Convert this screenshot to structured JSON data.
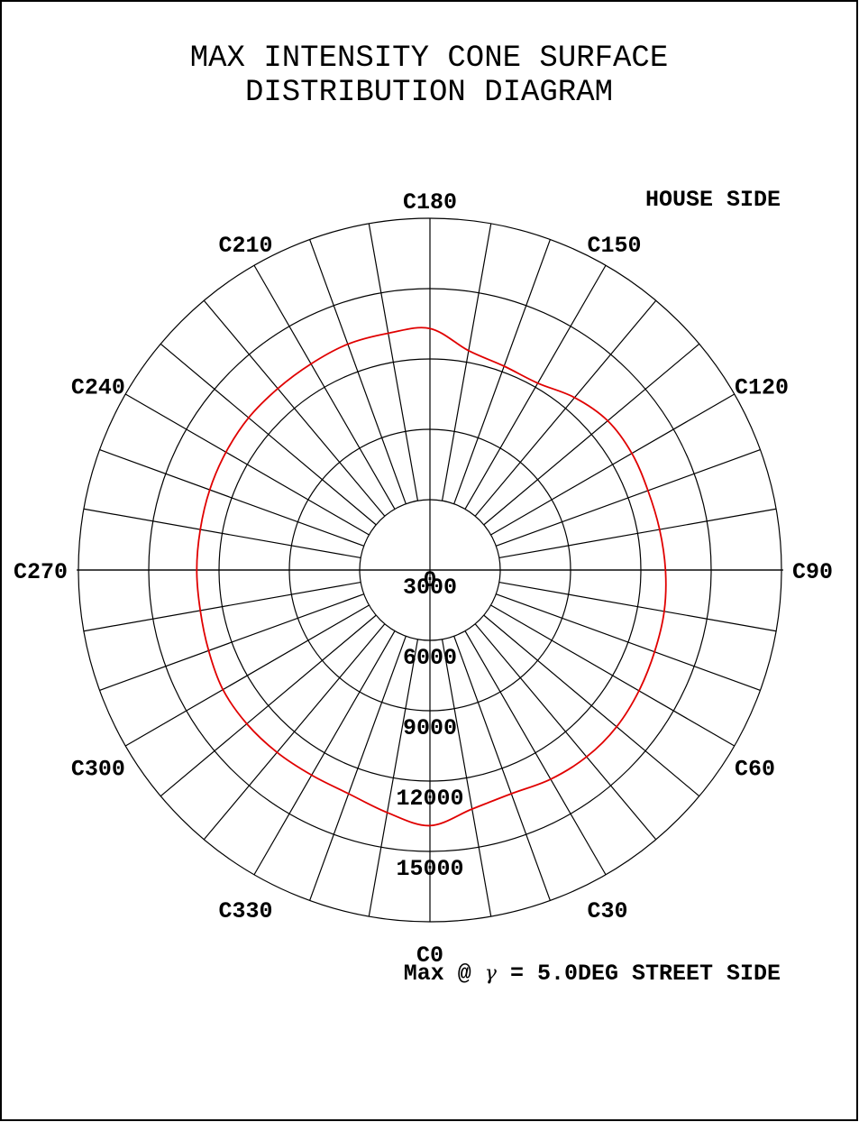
{
  "chart_data": {
    "type": "polar",
    "title": [
      "MAX INTENSITY CONE SURFACE",
      "DISTRIBUTION DIAGRAM"
    ],
    "annotation_top_right": "HOUSE SIDE",
    "footer": {
      "prefix": "Max @ ",
      "symbol": "γ",
      "suffix": " = 5.0DEG STREET SIDE"
    },
    "angular_labels": [
      {
        "angle": 0,
        "label": "C0"
      },
      {
        "angle": 30,
        "label": "C30"
      },
      {
        "angle": 60,
        "label": "C60"
      },
      {
        "angle": 90,
        "label": "C90"
      },
      {
        "angle": 120,
        "label": "C120"
      },
      {
        "angle": 150,
        "label": "C150"
      },
      {
        "angle": 180,
        "label": "C180"
      },
      {
        "angle": 210,
        "label": "C210"
      },
      {
        "angle": 240,
        "label": "C240"
      },
      {
        "angle": 270,
        "label": "C270"
      },
      {
        "angle": 300,
        "label": "C300"
      },
      {
        "angle": 330,
        "label": "C330"
      }
    ],
    "angular_grid_step_deg": 10,
    "radial_ticks": [
      {
        "value": 0,
        "label": "0"
      },
      {
        "value": 3000,
        "label": "3000"
      },
      {
        "value": 6000,
        "label": "6000"
      },
      {
        "value": 9000,
        "label": "9000"
      },
      {
        "value": 12000,
        "label": "12000"
      },
      {
        "value": 15000,
        "label": "15000"
      }
    ],
    "radial_range": [
      0,
      15000
    ],
    "series": [
      {
        "color": "#e00000",
        "angles": [
          0,
          10,
          20,
          30,
          40,
          50,
          60,
          70,
          80,
          90,
          100,
          110,
          120,
          130,
          140,
          150,
          160,
          170,
          180,
          190,
          200,
          210,
          220,
          230,
          240,
          250,
          260,
          270,
          280,
          290,
          300,
          310,
          320,
          330,
          340,
          350
        ],
        "values": [
          10900,
          10350,
          10150,
          10300,
          10400,
          10400,
          10300,
          10200,
          10150,
          10050,
          9950,
          9900,
          9950,
          9900,
          9600,
          9200,
          9250,
          9500,
          10300,
          10250,
          10250,
          10150,
          10100,
          10100,
          10050,
          10000,
          9950,
          9950,
          9950,
          10050,
          10200,
          10200,
          10150,
          10100,
          10150,
          10500
        ]
      }
    ]
  }
}
